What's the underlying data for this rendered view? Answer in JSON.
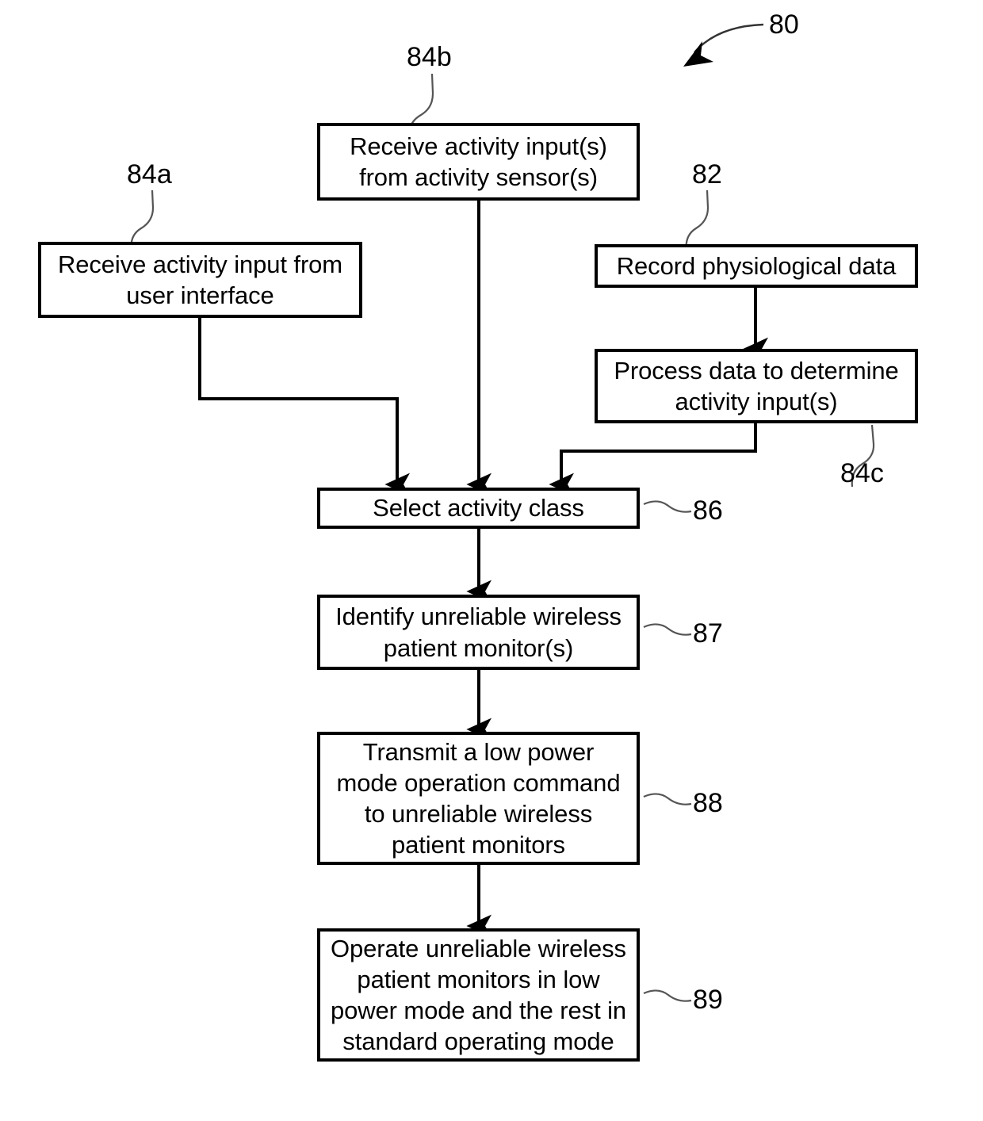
{
  "figure": {
    "number": "80",
    "type": "patent-flowchart",
    "title": "Method for operating wireless patient monitors based on activity class"
  },
  "nodes": [
    {
      "id": "84b",
      "ref": "84b",
      "text": "Receive activity input(s)\nfrom activity sensor(s)"
    },
    {
      "id": "84a",
      "ref": "84a",
      "text": "Receive activity input from\nuser interface"
    },
    {
      "id": "82",
      "ref": "82",
      "text": "Record physiological data"
    },
    {
      "id": "84c",
      "ref": "84c",
      "text": "Process data to determine\nactivity input(s)"
    },
    {
      "id": "86",
      "ref": "86",
      "text": "Select activity class"
    },
    {
      "id": "87",
      "ref": "87",
      "text": "Identify unreliable wireless\npatient monitor(s)"
    },
    {
      "id": "88",
      "ref": "88",
      "text": "Transmit a low power\nmode operation command\nto unreliable wireless\npatient monitors"
    },
    {
      "id": "89",
      "ref": "89",
      "text": "Operate unreliable wireless\npatient monitors in low\npower mode and the rest in\nstandard operating mode"
    }
  ],
  "colors": {
    "stroke": "#000000",
    "fill": "#ffffff",
    "leader": "#555555"
  }
}
